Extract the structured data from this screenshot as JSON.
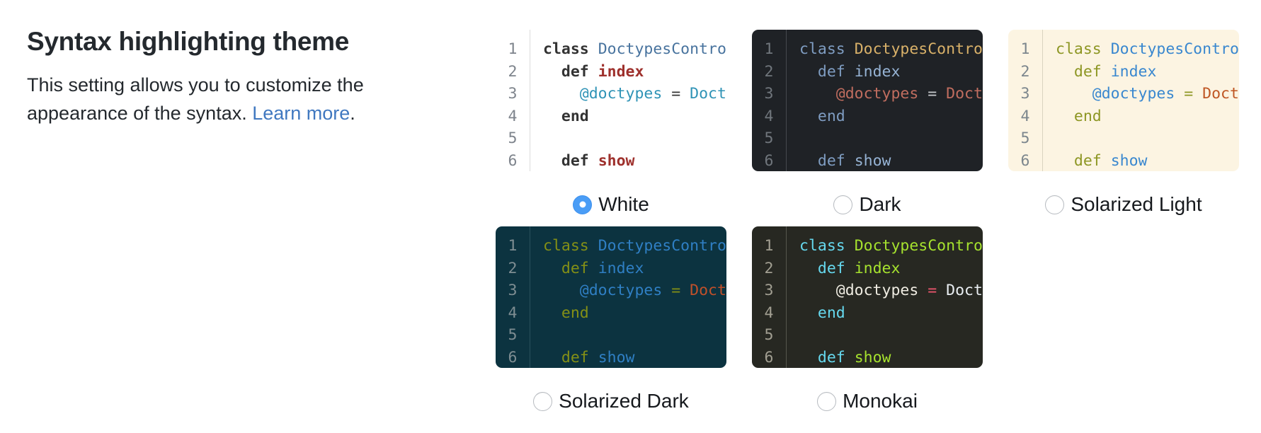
{
  "header": {
    "title": "Syntax highlighting theme"
  },
  "description": {
    "line1": "This setting allows you to customize the",
    "line2_prefix": "appearance of the syntax. ",
    "link_label": "Learn more",
    "suffix": "."
  },
  "code_sample": {
    "language": "ruby",
    "line_numbers": [
      "1",
      "2",
      "3",
      "4",
      "5",
      "6"
    ],
    "lines": [
      [
        {
          "t": "kw",
          "v": "class"
        },
        {
          "t": "pl",
          "v": " "
        },
        {
          "t": "cls",
          "v": "DoctypesController"
        }
      ],
      [
        {
          "t": "pl",
          "v": "  "
        },
        {
          "t": "kw",
          "v": "def"
        },
        {
          "t": "pl",
          "v": " "
        },
        {
          "t": "fn",
          "v": "index"
        }
      ],
      [
        {
          "t": "pl",
          "v": "    "
        },
        {
          "t": "ivar",
          "v": "@doctypes"
        },
        {
          "t": "pl",
          "v": " "
        },
        {
          "t": "op",
          "v": "="
        },
        {
          "t": "pl",
          "v": " "
        },
        {
          "t": "const",
          "v": "Doctype.all"
        }
      ],
      [
        {
          "t": "pl",
          "v": "  "
        },
        {
          "t": "kw",
          "v": "end"
        }
      ],
      [],
      [
        {
          "t": "pl",
          "v": "  "
        },
        {
          "t": "kw",
          "v": "def"
        },
        {
          "t": "pl",
          "v": " "
        },
        {
          "t": "fn",
          "v": "show"
        }
      ]
    ]
  },
  "themes": [
    {
      "id": "white",
      "label": "White",
      "selected": true,
      "colors": {
        "bg": "#ffffff",
        "line_number": "#7e848c",
        "separator": "#dcdcdc",
        "kw": "#333333",
        "cls": "#48739e",
        "fn": "#9e302c",
        "ivar": "#2f93b6",
        "op": "#333333",
        "const": "#2f93b6",
        "pl": "#333333",
        "bold": [
          "kw",
          "fn"
        ]
      }
    },
    {
      "id": "dark",
      "label": "Dark",
      "selected": false,
      "colors": {
        "bg": "#1f2226",
        "line_number": "#70767c",
        "separator": "#45494e",
        "kw": "#7f9dc2",
        "cls": "#d9b169",
        "fn": "#96b3d4",
        "ivar": "#c06d5f",
        "op": "#c8cbce",
        "const": "#c06d5f",
        "pl": "#c8cbce",
        "bold": []
      }
    },
    {
      "id": "solarized-light",
      "label": "Solarized Light",
      "selected": false,
      "colors": {
        "bg": "#fcf4e2",
        "line_number": "#7c868d",
        "separator": "#d9d3c0",
        "kw": "#8d9623",
        "cls": "#3987cf",
        "fn": "#3987cf",
        "ivar": "#3987cf",
        "op": "#8d9623",
        "const": "#bf5623",
        "pl": "#657b83",
        "bold": []
      }
    },
    {
      "id": "solarized-dark",
      "label": "Solarized Dark",
      "selected": false,
      "colors": {
        "bg": "#0c3340",
        "line_number": "#7e8d92",
        "separator": "#29505c",
        "kw": "#849016",
        "cls": "#2f7fc4",
        "fn": "#2f7fc4",
        "ivar": "#2f7fc4",
        "op": "#849016",
        "const": "#c0502a",
        "pl": "#93a1a1",
        "bold": []
      }
    },
    {
      "id": "monokai",
      "label": "Monokai",
      "selected": false,
      "colors": {
        "bg": "#272822",
        "line_number": "#a29f92",
        "separator": "#55564d",
        "kw": "#66d9ef",
        "cls": "#a6e22e",
        "fn": "#a6e22e",
        "ivar": "#efece2",
        "op": "#ef566e",
        "const": "#e9eef2",
        "pl": "#f8f8f2",
        "bold": []
      }
    }
  ]
}
